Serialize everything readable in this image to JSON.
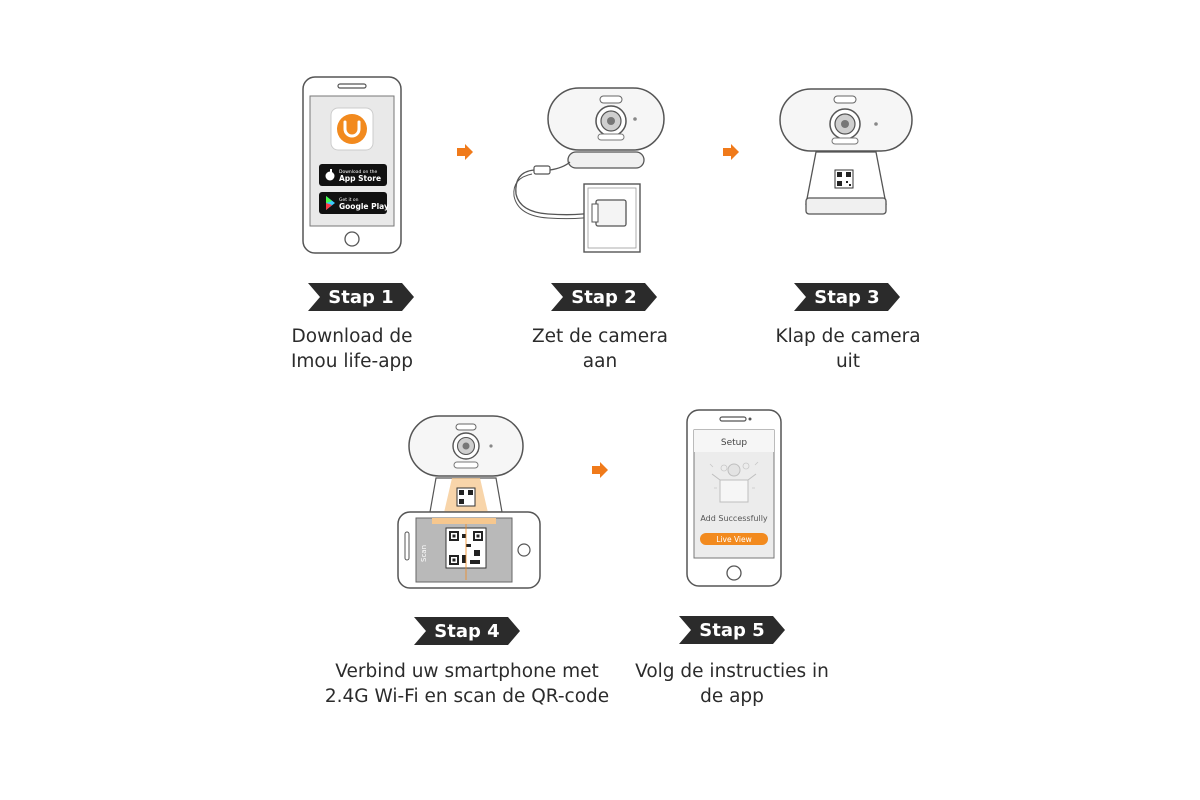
{
  "steps": [
    {
      "badge": "Stap 1",
      "line1": "Download de",
      "line2": "Imou life-app"
    },
    {
      "badge": "Stap 2",
      "line1": "Zet de camera",
      "line2": "aan"
    },
    {
      "badge": "Stap 3",
      "line1": "Klap de camera",
      "line2": "uit"
    },
    {
      "badge": "Stap 4",
      "line1": "Verbind uw smartphone met",
      "line2": "2.4G Wi-Fi en scan de QR-code"
    },
    {
      "badge": "Stap 5",
      "line1": "Volg de instructies in",
      "line2": "de app"
    }
  ],
  "phone1": {
    "store1_small": "Download on the",
    "store1_big": "App Store",
    "store2_small": "Get it on",
    "store2_big": "Google Play"
  },
  "phone4": {
    "scan_label": "Scan"
  },
  "phone5": {
    "title": "Setup",
    "status": "Add Successfully",
    "button": "Live View"
  },
  "colors": {
    "accent": "#f28a1e",
    "badge": "#2b2b2b",
    "line": "#555555",
    "arrow": "#f07a1a"
  },
  "icons": [
    "imou-app-icon",
    "apple-icon",
    "google-play-icon",
    "qr-code-icon",
    "arrow-right-icon"
  ]
}
